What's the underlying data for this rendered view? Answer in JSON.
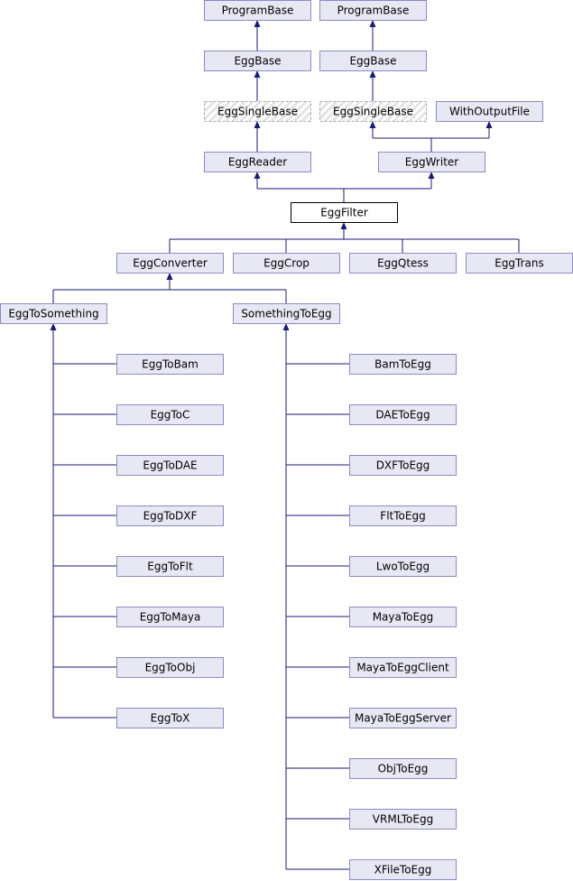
{
  "nodes": {
    "programbase_l": "ProgramBase",
    "programbase_r": "ProgramBase",
    "eggbase_l": "EggBase",
    "eggbase_r": "EggBase",
    "eggsinglebase_l": "EggSingleBase",
    "eggsinglebase_r": "EggSingleBase",
    "withoutputfile": "WithOutputFile",
    "eggreader": "EggReader",
    "eggwriter": "EggWriter",
    "eggfilter": "EggFilter",
    "eggconverter": "EggConverter",
    "eggcrop": "EggCrop",
    "eggqtess": "EggQtess",
    "eggtrans": "EggTrans",
    "eggtosomething": "EggToSomething",
    "somethingtoegg": "SomethingToEgg",
    "eggtobam": "EggToBam",
    "eggtoc": "EggToC",
    "eggtodae": "EggToDAE",
    "eggtodxf": "EggToDXF",
    "eggtoflt": "EggToFlt",
    "eggtomaya": "EggToMaya",
    "eggtoobj": "EggToObj",
    "eggtox": "EggToX",
    "bamtoegg": "BamToEgg",
    "daetoegg": "DAEToEgg",
    "dxftoegg": "DXFToEgg",
    "flttoegg": "FltToEgg",
    "lwotoegg": "LwoToEgg",
    "mayatoegg": "MayaToEgg",
    "mayatoeggclient": "MayaToEggClient",
    "mayatoeggserver": "MayaToEggServer",
    "objtoegg": "ObjToEgg",
    "vrmltoegg": "VRMLToEgg",
    "xfiletoegg": "XFileToEgg"
  },
  "colors": {
    "node_fill": "#e8e8f5",
    "node_border": "#8b8bc4",
    "edge": "#1a1a7a",
    "current_border": "#000000"
  }
}
